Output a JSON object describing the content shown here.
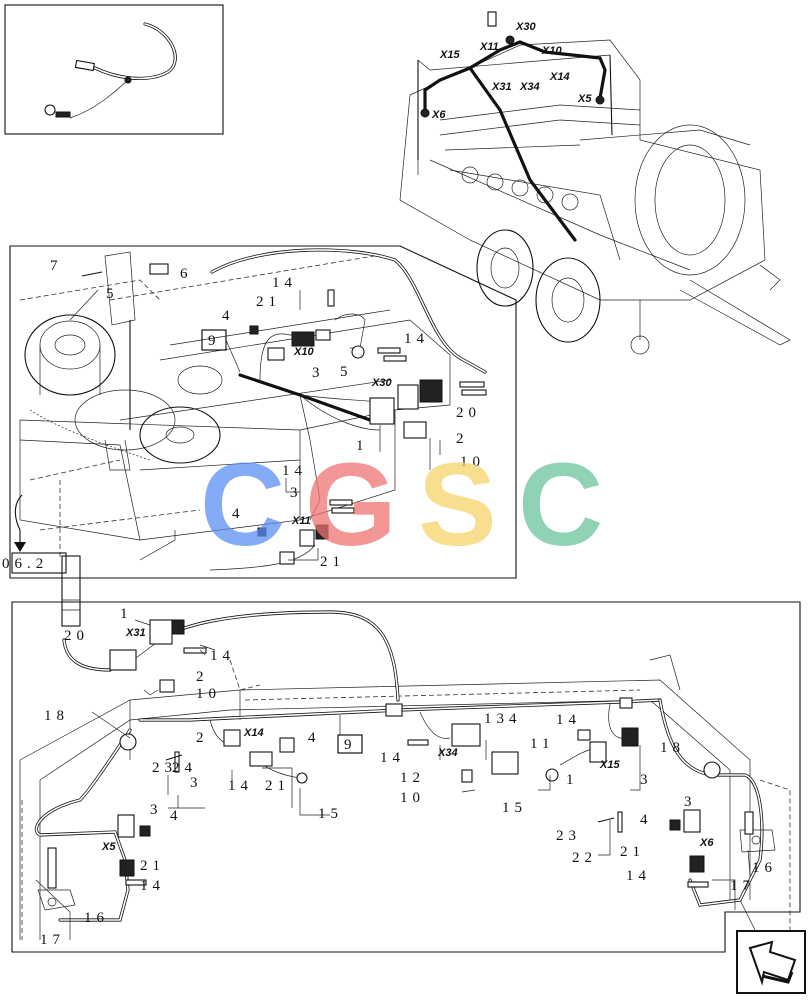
{
  "connector_codes": {
    "x30_top": "X30",
    "x11_top": "X11",
    "x15_top": "X15",
    "x10_top": "X10",
    "x31_top": "X31",
    "x34_top": "X34",
    "x14_top": "X14",
    "x6_top": "X6",
    "x5_top": "X5",
    "x10_mid": "X10",
    "x30_mid": "X30",
    "x11_mid": "X11",
    "x31_bot": "X31",
    "x14_bot": "X14",
    "x34_bot": "X34",
    "x15_bot": "X15",
    "x5_bot": "X5",
    "x6_bot": "X6"
  },
  "mid_callouts": {
    "c7": "7",
    "c6": "6",
    "c5": "5",
    "c14a": "14",
    "c21a": "21",
    "c4a": "4",
    "c9": "9",
    "c3a": "3",
    "c5b": "5",
    "c14b": "14",
    "c20": "20",
    "c1": "1",
    "c2": "2",
    "c10": "10",
    "c14c": "14",
    "c3b": "3",
    "c4b": "4",
    "c21b": "21"
  },
  "page_ref": "06.2",
  "bot_callouts": {
    "c1a": "1",
    "c20": "20",
    "c14a": "14",
    "c2a": "2",
    "c10a": "10",
    "c18a": "18",
    "c2b": "2",
    "c23a": "23",
    "c24": "24",
    "c3a": "3",
    "c14x": "14",
    "c4a": "4",
    "c21a": "21",
    "c15a": "15",
    "c9": "9",
    "c134": "134",
    "c14b": "14",
    "c11": "11",
    "c14c": "14",
    "c12": "12",
    "c10b": "10",
    "c15b": "15",
    "c1b": "1",
    "c3b": "3",
    "c18b": "18",
    "c3c": "3",
    "c4b": "4",
    "c3d": "3",
    "c23b": "23",
    "c4c": "4",
    "c22": "22",
    "c21b": "21",
    "c14d": "14",
    "c17a": "17",
    "c16a": "16",
    "c21c": "21",
    "c14e": "14",
    "c16b": "16",
    "c17b": "17"
  },
  "watermark": {
    "letters": [
      "C",
      "G",
      "S",
      "C"
    ],
    "colors": [
      "#5b8ff2",
      "#ef7373",
      "#f6d36a",
      "#6cc59b"
    ]
  }
}
